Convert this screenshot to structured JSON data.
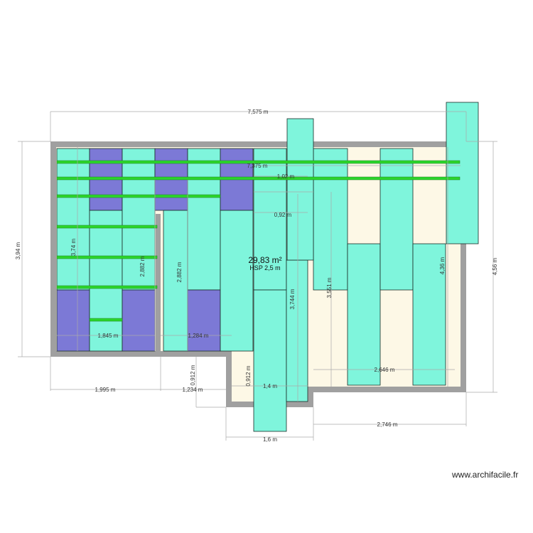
{
  "colors": {
    "wall": "#a0a0a0",
    "floor": "#fdf8e6",
    "panel": "#7ff5dc",
    "panel_blue": "#7c79d6",
    "rail": "#2bd62b",
    "dim_line": "#aaaaaa"
  },
  "room": {
    "area": "29,83 m²",
    "height": "HSP 2,5 m"
  },
  "dimensions": {
    "overall_width": "7,575 m",
    "inner_width": "7,375 m",
    "d_1_02": "1,02 m",
    "d_0_92": "0,92 m",
    "left_height": "3,94 m",
    "left_inner_height": "3,74 m",
    "col_2_882_a": "2,882 m",
    "col_2_882_b": "2,882 m",
    "col_3_744": "3,744 m",
    "col_3_551": "3,551 m",
    "col_4_36": "4,36 m",
    "right_height": "4,56 m",
    "bottom_1_845": "1,845 m",
    "bottom_1_284": "1,284 m",
    "bottom_2_646": "2,646 m",
    "bottom_1_4": "1,4 m",
    "notch_0_912": "0,912 m",
    "outer_0_912": "0,912 m",
    "outer_1_995": "1,995 m",
    "outer_1_234": "1,234 m",
    "outer_1_6": "1,6 m",
    "outer_2_746": "2,746 m"
  },
  "watermark": "www.archifacile.fr"
}
